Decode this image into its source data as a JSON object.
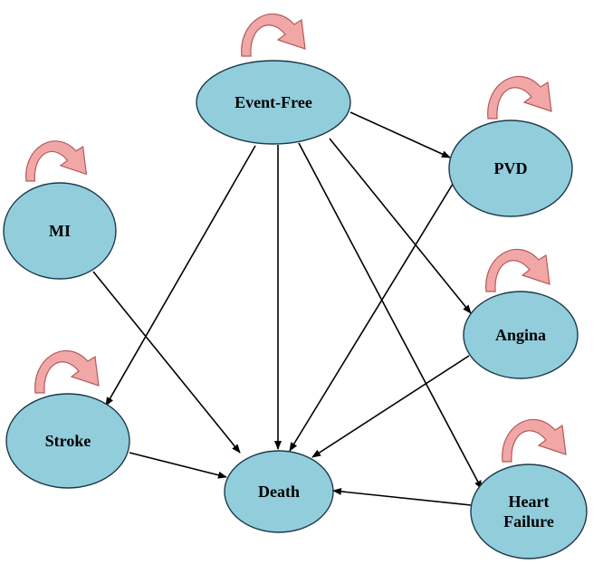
{
  "diagram": {
    "nodes": {
      "event_free": {
        "lines": [
          "Event-Free"
        ]
      },
      "pvd": {
        "lines": [
          "PVD"
        ]
      },
      "mi": {
        "lines": [
          "MI"
        ]
      },
      "angina": {
        "lines": [
          "Angina"
        ]
      },
      "stroke": {
        "lines": [
          "Stroke"
        ]
      },
      "death": {
        "lines": [
          "Death"
        ]
      },
      "heart_failure": {
        "lines": [
          "Heart",
          "Failure"
        ]
      }
    },
    "transitions": [
      {
        "from": "event_free",
        "to": "pvd"
      },
      {
        "from": "event_free",
        "to": "angina"
      },
      {
        "from": "event_free",
        "to": "heart_failure"
      },
      {
        "from": "event_free",
        "to": "death"
      },
      {
        "from": "event_free",
        "to": "stroke"
      },
      {
        "from": "mi",
        "to": "death"
      },
      {
        "from": "pvd",
        "to": "death"
      },
      {
        "from": "angina",
        "to": "death"
      },
      {
        "from": "stroke",
        "to": "death"
      },
      {
        "from": "heart_failure",
        "to": "death"
      }
    ],
    "self_loops": [
      "event_free",
      "pvd",
      "mi",
      "angina",
      "stroke",
      "heart_failure"
    ],
    "colors": {
      "node_fill": "#92cddc",
      "node_stroke": "#1b3a4a",
      "loop_fill": "#f2a7a7",
      "loop_stroke": "#b45a5a",
      "edge": "#000000"
    }
  }
}
